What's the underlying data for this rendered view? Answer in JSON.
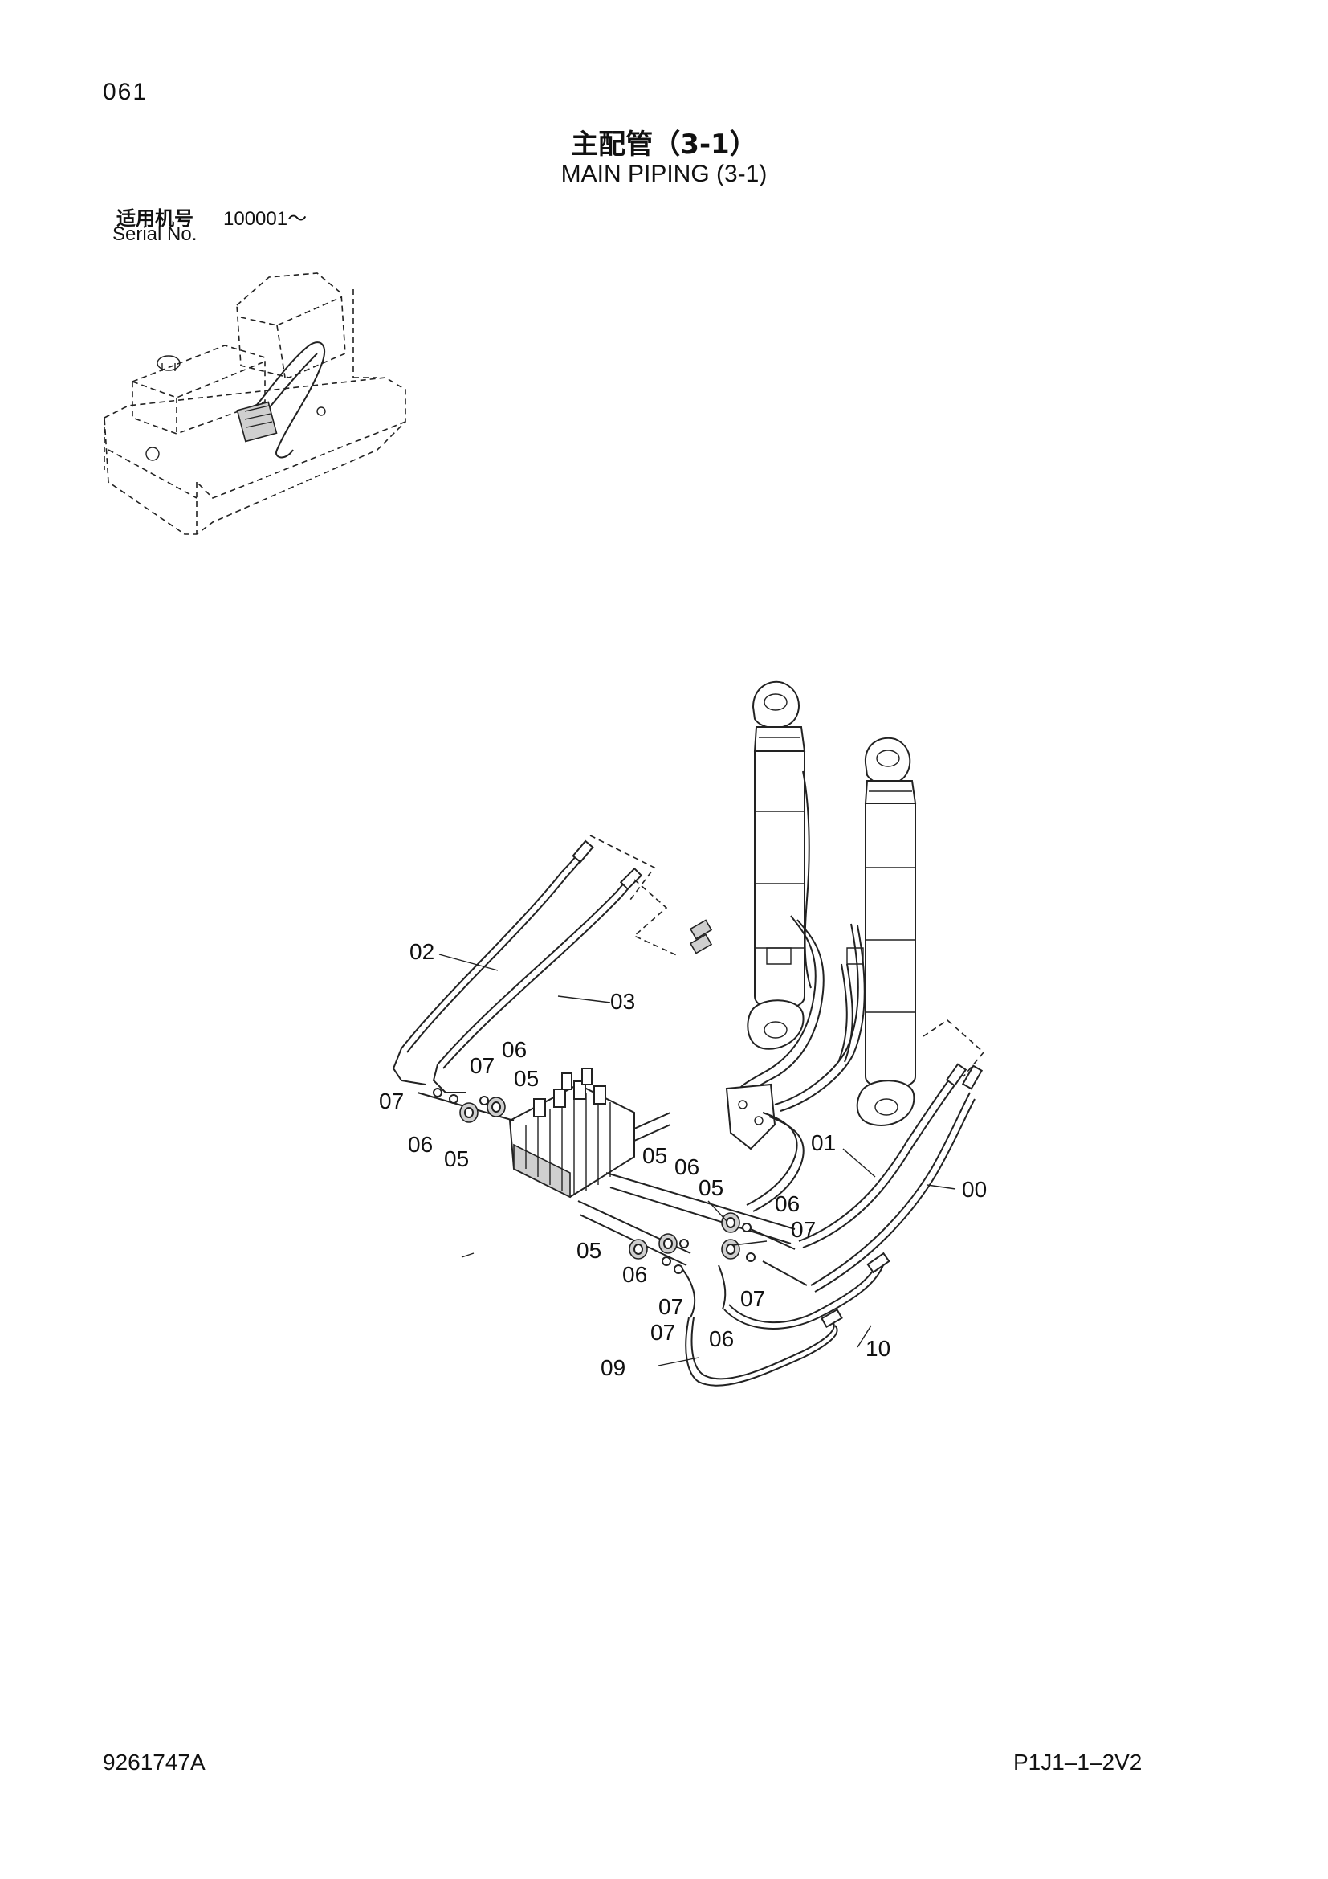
{
  "page_number": "061",
  "title_cn": "主配管（3-1）",
  "title_en": "MAIN PIPING (3-1)",
  "serial_label_cn": "适用机号",
  "serial_range": "100001～",
  "serial_label_en": "Serial No.",
  "doc_code": "9261747A",
  "ref_code": "P1J1–1–2V2",
  "callouts": [
    "02",
    "03",
    "07",
    "06",
    "05",
    "07",
    "06",
    "05",
    "05",
    "06",
    "05",
    "06",
    "07",
    "01",
    "00",
    "05",
    "06",
    "07",
    "07",
    "06",
    "07",
    "09",
    "10"
  ]
}
